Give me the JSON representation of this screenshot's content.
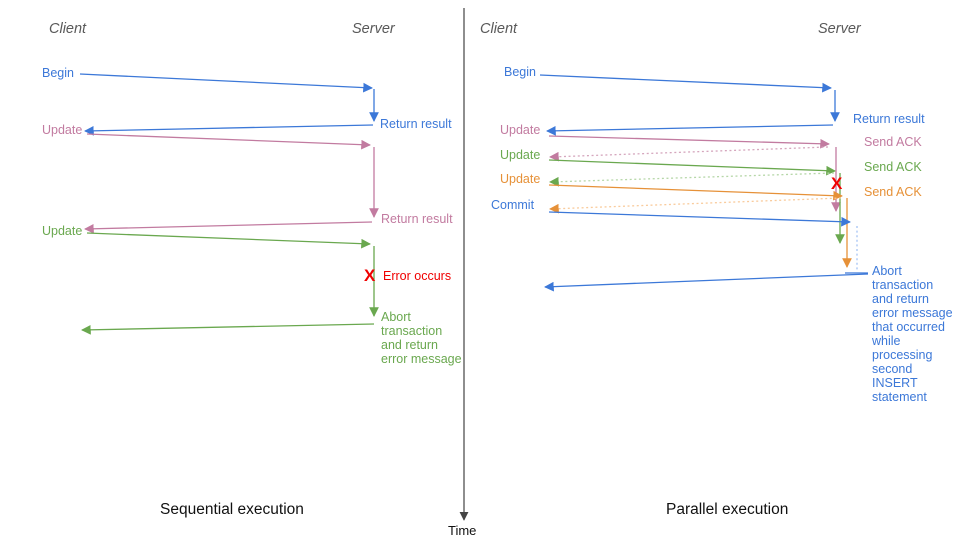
{
  "colors": {
    "blue": "#3c78d8",
    "pink": "#c27ba0",
    "green": "#6aa84f",
    "orange": "#e69138",
    "red": "#f00000",
    "header": "#595959",
    "blue_light": "#a4c2f4",
    "pink_light": "#d5a6bd",
    "green_light": "#b6d7a8",
    "orange_light": "#f9cb9c"
  },
  "time_label": "Time",
  "left": {
    "title": "Sequential execution",
    "client": "Client",
    "server": "Server",
    "begin": "Begin",
    "update1": "Update",
    "update2": "Update",
    "return_result1": "Return result",
    "return_result2": "Return result",
    "error_mark": "X",
    "error_text": "Error occurs",
    "abort_text": "Abort\ntransaction\nand return\nerror message"
  },
  "right": {
    "title": "Parallel execution",
    "client": "Client",
    "server": "Server",
    "begin": "Begin",
    "return_result": "Return result",
    "update1": "Update",
    "update2": "Update",
    "update3": "Update",
    "commit": "Commit",
    "send_ack1": "Send ACK",
    "send_ack2": "Send ACK",
    "send_ack3": "Send ACK",
    "error_mark": "X",
    "abort_text": "Abort\ntransaction\nand return\nerror message\nthat occurred\nwhile\nprocessing\nsecond\nINSERT\nstatement"
  }
}
